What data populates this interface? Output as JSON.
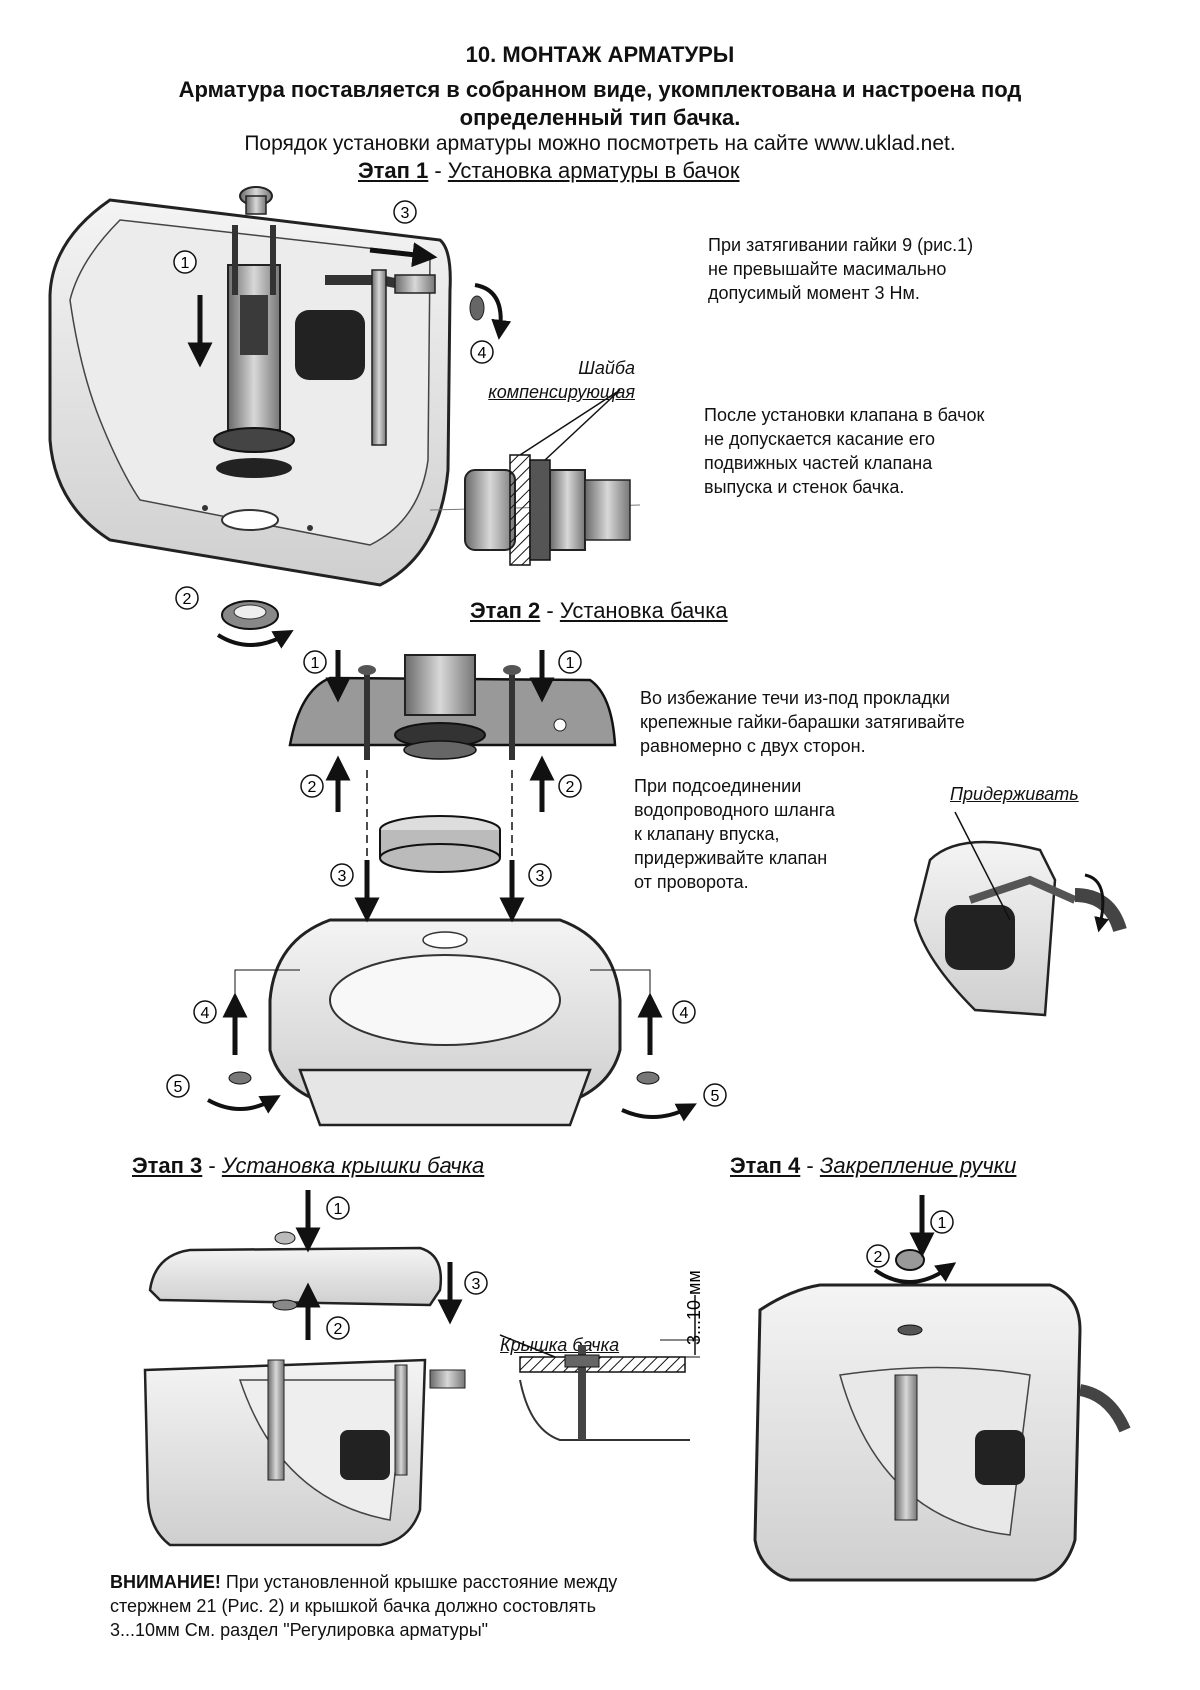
{
  "header": {
    "title": "10. МОНТАЖ АРМАТУРЫ",
    "subtitle_line1": "Арматура поставляется в собранном виде, укомплектована и настроена под",
    "subtitle_line2": "определенный тип бачка.",
    "site_line": "Порядок установки арматуры можно посмотреть на сайте www.uklad.net."
  },
  "stage1": {
    "label": "Этап 1",
    "dash": " - ",
    "desc": "Установка арматуры в бачок",
    "note1_line1": "При затягивании гайки 9 (рис.1)",
    "note1_line2": "не превышайте масимально",
    "note1_line3": "допусимый момент 3 Нм.",
    "callout_line1": "Шайба",
    "callout_line2": "компенсирующая",
    "note2_line1": "После установки клапана в бачок",
    "note2_line2": "не допускается касание его",
    "note2_line3": "подвижных частей клапана",
    "note2_line4": "выпуска и стенок бачка.",
    "steps": [
      "1",
      "2",
      "3",
      "4"
    ]
  },
  "stage2": {
    "label": "Этап 2",
    "dash": " - ",
    "desc": "Установка бачка",
    "note1_line1": "Во избежание течи из-под прокладки",
    "note1_line2": "крепежные гайки-барашки затягивайте",
    "note1_line3": "равномерно с двух сторон.",
    "note2_line1": "При подсоединении",
    "note2_line2": "водопроводного шланга",
    "note2_line3": "к клапану впуска,",
    "note2_line4": "придерживайте клапан",
    "note2_line5": "от проворота.",
    "callout": "Придерживать",
    "steps": [
      "1",
      "2",
      "3",
      "4",
      "5"
    ]
  },
  "stage3": {
    "label": "Этап 3",
    "dash": " - ",
    "desc": "Установка крышки бачка",
    "callout": "Крышка бачка",
    "dimension": "3...10 мм",
    "steps": [
      "1",
      "2",
      "3"
    ]
  },
  "stage4": {
    "label": "Этап 4",
    "dash": " - ",
    "desc": "Закрепление ручки",
    "steps": [
      "1",
      "2"
    ]
  },
  "warning": {
    "label": "ВНИМАНИЕ!",
    "text": " При установленной крышке расстояние между стержнем 21 (Рис. 2) и крышкой бачка должно состовлять 3...10мм  См. раздел \"Регулировка арматуры\""
  }
}
